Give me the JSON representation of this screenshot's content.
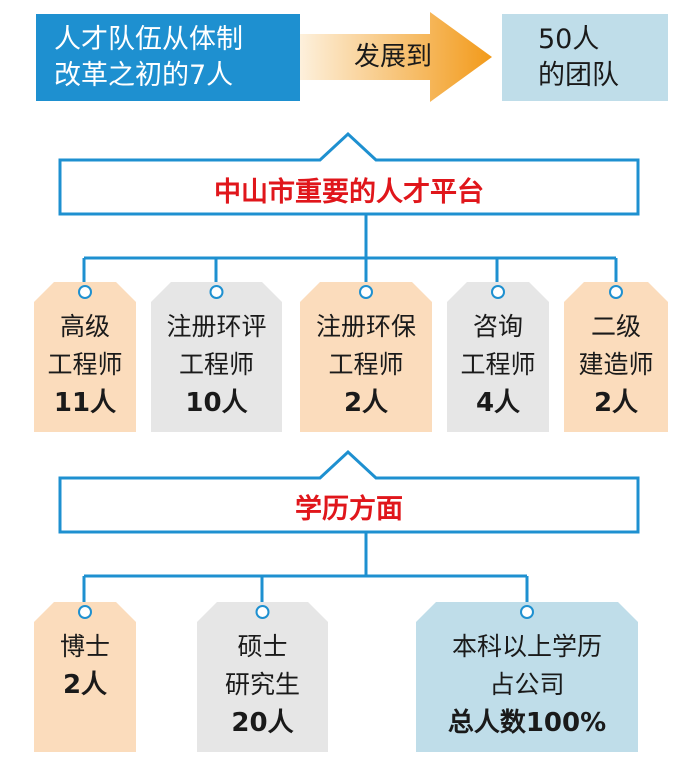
{
  "top": {
    "left_lines": [
      "人才队伍从体制",
      "改革之初的7人"
    ],
    "arrow_label": "发展到",
    "right_lines": [
      "50人",
      "的团队"
    ]
  },
  "platform": {
    "title": "中山市重要的人才平台",
    "items": [
      {
        "lines": [
          "高级",
          "工程师"
        ],
        "count": "11人",
        "color": "#fbdcbc"
      },
      {
        "lines": [
          "注册环评",
          "工程师"
        ],
        "count": "10人",
        "color": "#e6e6e6"
      },
      {
        "lines": [
          "注册环保",
          "工程师"
        ],
        "count": "2人",
        "color": "#fbdcbc"
      },
      {
        "lines": [
          "咨询",
          "工程师"
        ],
        "count": "4人",
        "color": "#e6e6e6"
      },
      {
        "lines": [
          "二级",
          "建造师"
        ],
        "count": "2人",
        "color": "#fbdcbc"
      }
    ]
  },
  "education": {
    "title": "学历方面",
    "items": [
      {
        "lines": [
          "博士"
        ],
        "count": "2人",
        "color": "#fbdcbc"
      },
      {
        "lines": [
          "硕士",
          "研究生"
        ],
        "count": "20人",
        "color": "#e6e6e6"
      },
      {
        "lines": [
          "本科以上学历",
          "占公司"
        ],
        "count": "总人数100%",
        "color": "#bfdde9"
      }
    ]
  },
  "colors": {
    "line_blue": "#1e90d0",
    "header_red": "#e0161b",
    "top_blue": "#1e90d0",
    "top_light": "#bfdde9",
    "arrow_dark": "#f29a1a",
    "arrow_light": "#fdf0dc"
  }
}
